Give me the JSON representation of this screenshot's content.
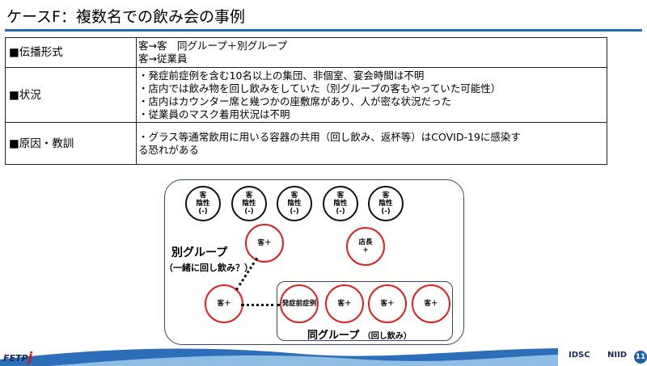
{
  "slide": {
    "title": "ケースF：複数名での飲み会の事例",
    "page_number": "11"
  },
  "table": {
    "rows": [
      {
        "key": "■伝播形式",
        "lines": [
          "客→客　同グループ＋別グループ",
          "客→従業員"
        ]
      },
      {
        "key": "■状況",
        "lines": [
          "・発症前症例を含む10名以上の集団、非個室、宴会時間は不明",
          "・店内では飲み物を回し飲みをしていた（別グループの客もやっていた可能性）",
          "・店内はカウンター席と幾つかの座敷席があり、人が密な状況だった",
          "・従業員のマスク着用状況は不明"
        ]
      },
      {
        "key": "■原因・教訓",
        "lines": [
          "・グラス等通常飲用に用いる容器の共用（回し飲み、返杯等）はCOVID-19に感染す",
          "る恐れがある"
        ]
      }
    ]
  },
  "diagram": {
    "negative_guests": [
      {
        "l1": "客",
        "l2": "陰性",
        "l3": "(-)"
      },
      {
        "l1": "客",
        "l2": "陰性",
        "l3": "(-)"
      },
      {
        "l1": "客",
        "l2": "陰性",
        "l3": "(-)"
      },
      {
        "l1": "客",
        "l2": "陰性",
        "l3": "(-)"
      },
      {
        "l1": "客",
        "l2": "陰性",
        "l3": "(-)"
      }
    ],
    "other_group_top": "客＋",
    "manager": {
      "l1": "店長",
      "l2": "+"
    },
    "other_group_bottom": "客＋",
    "same_group": {
      "index": "発症前症例",
      "members": [
        "客＋",
        "客＋",
        "客＋"
      ]
    },
    "label_other_group": "別グループ",
    "label_other_group_sub": "（一緒に回し飲み？）",
    "label_same_group": "同グループ",
    "label_same_group_sub": "（回し飲み）"
  },
  "footer": {
    "fetp": "FETP",
    "fetp_j": "j",
    "idsc": "IDSC",
    "niid": "NIID"
  }
}
